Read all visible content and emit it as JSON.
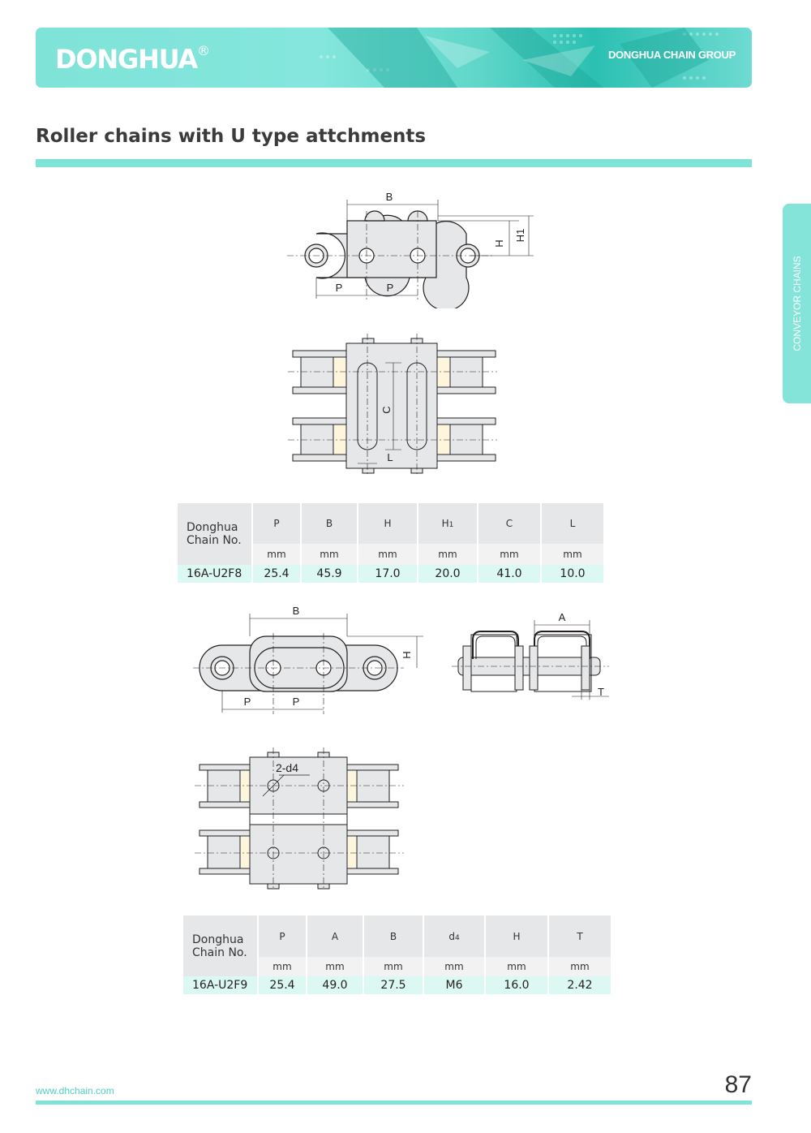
{
  "header": {
    "logo_text": "DONGHUA",
    "logo_mark": "®",
    "group_name": "DONGHUA CHAIN GROUP",
    "accent_color": "#7fe3d8"
  },
  "page_title": "Roller chains with U type attchments",
  "side_tab": "CONVEYOR CHAINS",
  "drawing1": {
    "B": "B",
    "H": "H",
    "H1": "H1",
    "P1": "P",
    "P2": "P"
  },
  "drawing2": {
    "C": "C",
    "L": "L"
  },
  "table1": {
    "name_header_1": "Donghua",
    "name_header_2": "Chain No.",
    "columns": [
      "P",
      "B",
      "H",
      "H1",
      "C",
      "L"
    ],
    "units": [
      "mm",
      "mm",
      "mm",
      "mm",
      "mm",
      "mm"
    ],
    "row": {
      "name": "16A-U2F8",
      "values": [
        "25.4",
        "45.9",
        "17.0",
        "20.0",
        "41.0",
        "10.0"
      ]
    }
  },
  "drawing3": {
    "B": "B",
    "H": "H",
    "P1": "P",
    "P2": "P"
  },
  "drawing4": {
    "A": "A",
    "T": "T"
  },
  "drawing5": {
    "hole": "2-d4"
  },
  "table2": {
    "name_header_1": "Donghua",
    "name_header_2": "Chain No.",
    "columns": [
      "P",
      "A",
      "B",
      "d4",
      "H",
      "T"
    ],
    "units": [
      "mm",
      "mm",
      "mm",
      "mm",
      "mm",
      "mm"
    ],
    "row": {
      "name": "16A-U2F9",
      "values": [
        "25.4",
        "49.0",
        "27.5",
        "M6",
        "16.0",
        "2.42"
      ]
    }
  },
  "footer": {
    "url": "www.dhchain.com",
    "page_number": "87"
  }
}
